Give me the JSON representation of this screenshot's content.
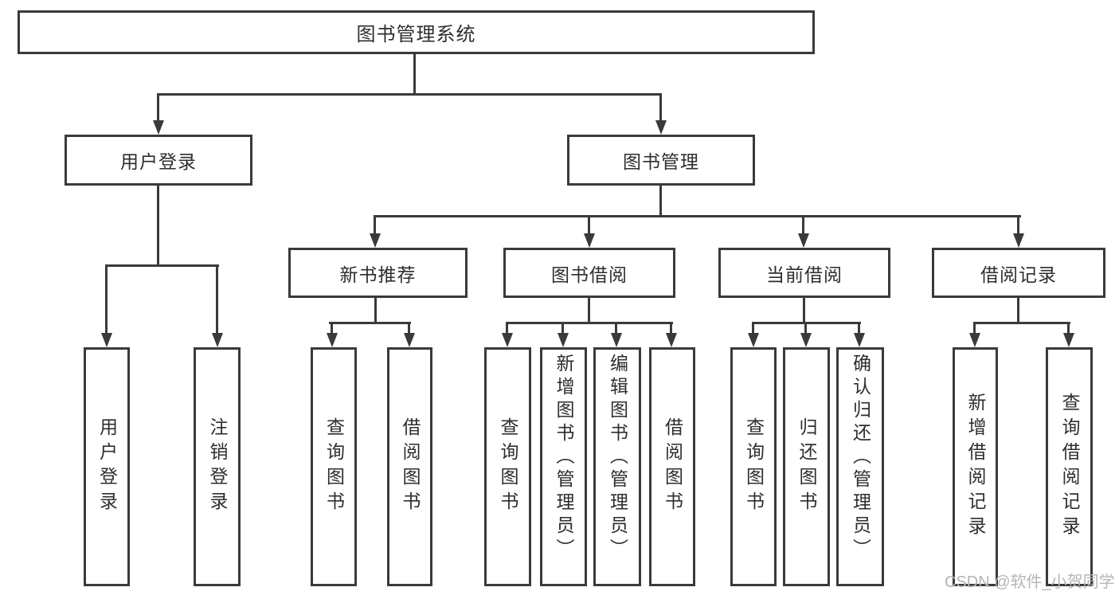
{
  "title": "图书管理系统",
  "tree": {
    "label": "图书管理系统",
    "children": [
      {
        "label": "用户登录",
        "children": [
          {
            "label": "用户登录"
          },
          {
            "label": "注销登录"
          }
        ]
      },
      {
        "label": "图书管理",
        "children": [
          {
            "label": "新书推荐",
            "children": [
              {
                "label": "查询图书"
              },
              {
                "label": "借阅图书"
              }
            ]
          },
          {
            "label": "图书借阅",
            "children": [
              {
                "label": "查询图书"
              },
              {
                "label": "新增图书（管理员）"
              },
              {
                "label": "编辑图书（管理员）"
              },
              {
                "label": "借阅图书"
              }
            ]
          },
          {
            "label": "当前借阅",
            "children": [
              {
                "label": "查询图书"
              },
              {
                "label": "归还图书"
              },
              {
                "label": "确认归还（管理员）"
              }
            ]
          },
          {
            "label": "借阅记录",
            "children": [
              {
                "label": "新增借阅记录"
              },
              {
                "label": "查询借阅记录"
              }
            ]
          }
        ]
      }
    ]
  },
  "watermark": {
    "text": "CSDN @软件_小贺同学",
    "color": "#b5b5b5"
  },
  "colors": {
    "line": "#3a3a3a",
    "text": "#2e2e2e",
    "background": "#ffffff"
  }
}
